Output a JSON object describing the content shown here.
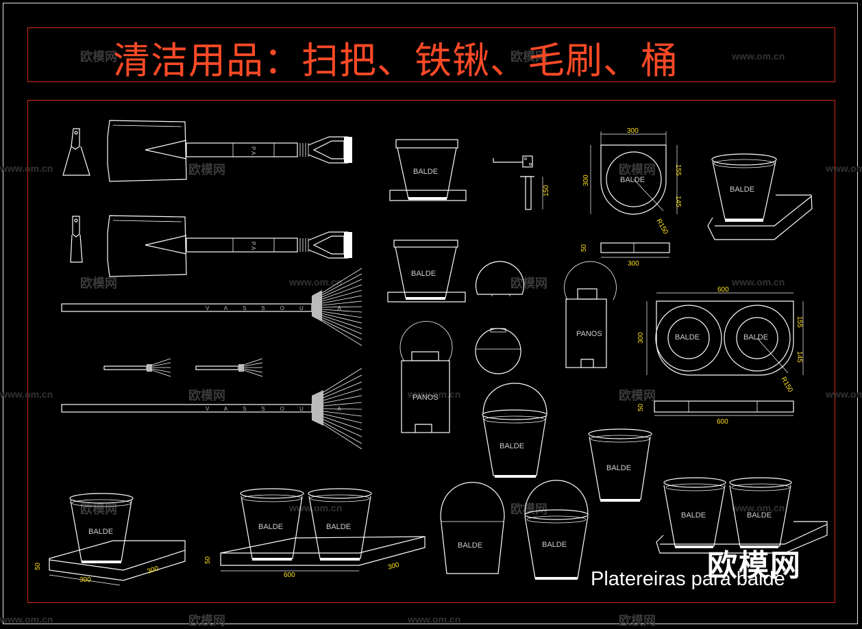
{
  "title": "清洁用品：扫把、铁锹、毛刷、桶",
  "caption": "Platereiras para balde",
  "brand": "欧模网",
  "watermark_cn": "欧模网",
  "watermark_url": "www.om.cn",
  "labels": {
    "balde": "BALDE",
    "panos": "PANOS",
    "pa": "P A",
    "vassoura": "V A S S O U R A"
  },
  "dimensions": {
    "d300": "300",
    "d600": "600",
    "d50": "50",
    "d155": "155",
    "d145": "145",
    "d150": "150",
    "r150": "R150"
  },
  "colors": {
    "frame_red": "#d42a1a",
    "title_red": "#ff4a26",
    "line_white": "#ffffff",
    "dim_yellow": "#ffe21a"
  }
}
